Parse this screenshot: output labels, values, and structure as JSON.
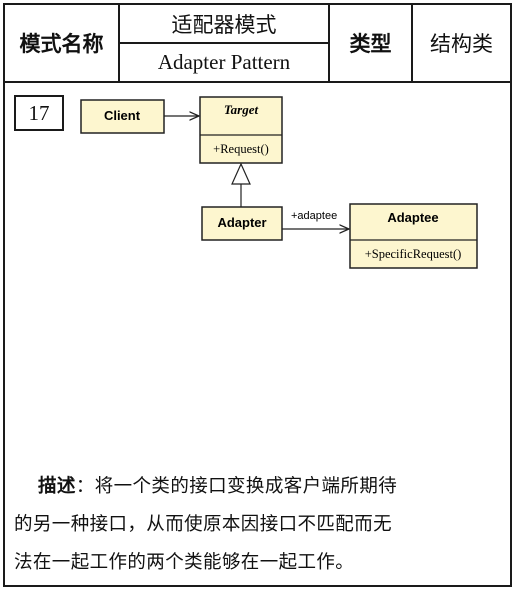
{
  "header": {
    "name_label": "模式名称",
    "pattern_cn": "适配器模式",
    "pattern_en": "Adapter Pattern",
    "type_label": "类型",
    "type_value": "结构类"
  },
  "pattern_number": "17",
  "diagram": {
    "client": {
      "name": "Client"
    },
    "target": {
      "name": "Target",
      "method": "+Request()"
    },
    "adapter": {
      "name": "Adapter"
    },
    "adaptee": {
      "name": "Adaptee",
      "method": "+SpecificRequest()"
    },
    "association_label": "+adaptee",
    "colors": {
      "class_fill": "#fdf6cf",
      "line": "#222222"
    }
  },
  "description": {
    "label": "描述",
    "separator": "：",
    "line1": "将一个类的接口变换成客户端所期待",
    "line2": "的另一种接口，从而使原本因接口不匹配而无",
    "line3": "法在一起工作的两个类能够在一起工作。"
  }
}
